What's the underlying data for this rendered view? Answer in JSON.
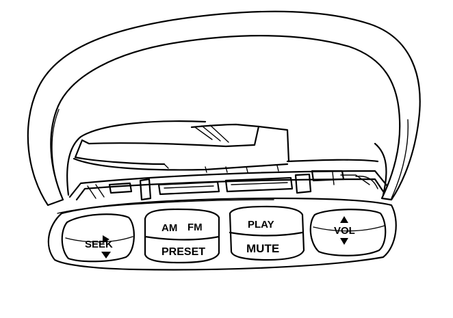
{
  "buttons": {
    "seek": {
      "label": "SEEK"
    },
    "band": {
      "am_label": "AM",
      "fm_label": "FM",
      "preset_label": "PRESET"
    },
    "play_mute": {
      "play_label": "PLAY",
      "mute_label": "MUTE"
    },
    "volume": {
      "label": "VOL"
    }
  }
}
